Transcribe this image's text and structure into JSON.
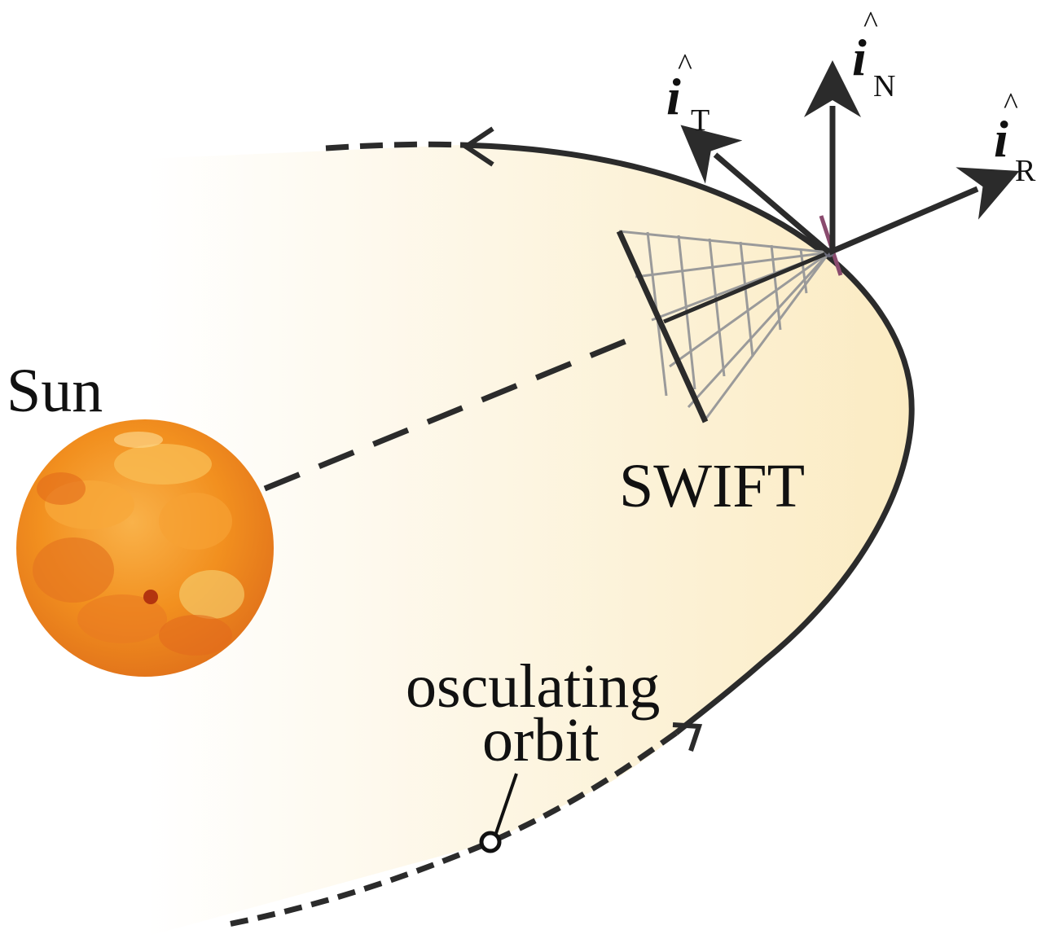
{
  "labels": {
    "sun": "Sun",
    "spacecraft": "SWIFT",
    "orbit_line1": "osculating",
    "orbit_line2": "orbit"
  },
  "vectors": {
    "tangential": {
      "symbol": "i",
      "hat": "^",
      "subscript": "T"
    },
    "normal": {
      "symbol": "i",
      "hat": "^",
      "subscript": "N"
    },
    "radial": {
      "symbol": "i",
      "hat": "^",
      "subscript": "R"
    }
  },
  "colors": {
    "line": "#2b2b2b",
    "orbit_fill": "#fbeec9",
    "sun_core": "#f08a1c",
    "sun_light": "#f7b64a",
    "sail_grid": "#9a9a9a",
    "spacecraft_marker": "#8a4b6e"
  }
}
